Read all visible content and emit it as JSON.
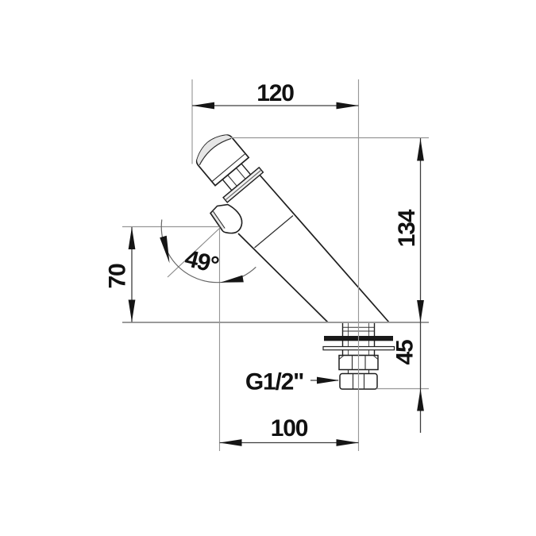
{
  "drawing": {
    "title": "self-closing pillar tap technical drawing, side elevation",
    "dimensions": {
      "top_width": "120",
      "total_height": "134",
      "spout_height": "70",
      "below_deck_height": "45",
      "base_width": "100",
      "spout_angle": "49°",
      "thread_label": "G1/2\""
    },
    "colors": {
      "background": "#ffffff",
      "outline": "#1f1f1f",
      "dimension_line": "#3d3d3d",
      "extension_line": "#979797",
      "mount_line": "#9a9a9a",
      "arrow_fill": "#151515",
      "washer_fill": "#191919",
      "shade_tint": "#e6e6e6",
      "text": "#111111"
    }
  }
}
